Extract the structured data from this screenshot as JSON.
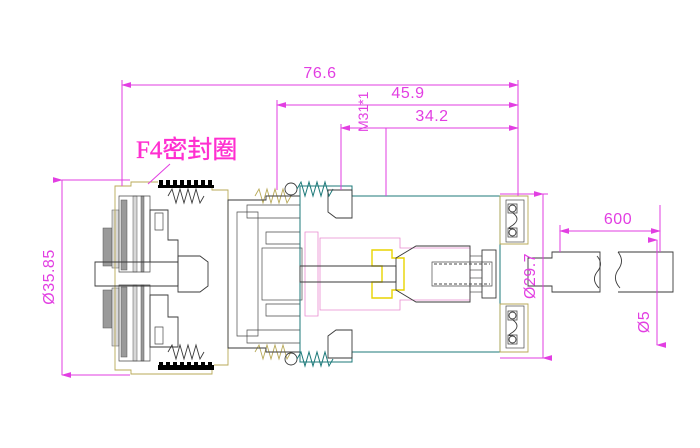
{
  "drawing": {
    "title": "Mechanical cross-section assembly drawing",
    "background_color": "#ffffff",
    "dimension_color": "#e23ee2",
    "note_color": "#ff2fd0",
    "outline_color": "#3a3a3a",
    "accent_teal": "#1d7a7a",
    "accent_olive": "#b8a957",
    "accent_yellow": "#e8d400",
    "accent_pink": "#e88ad0"
  },
  "annotations": {
    "seal_note": "F4密封圈"
  },
  "dimensions": {
    "overall_length": "76.6",
    "mid_length": "45.9",
    "inner_length": "34.2",
    "thread_spec": "M31*1",
    "left_diameter": "Ø35.85",
    "connector_diameter": "Ø29.7",
    "cable_length": "600",
    "cable_diameter": "Ø5"
  }
}
